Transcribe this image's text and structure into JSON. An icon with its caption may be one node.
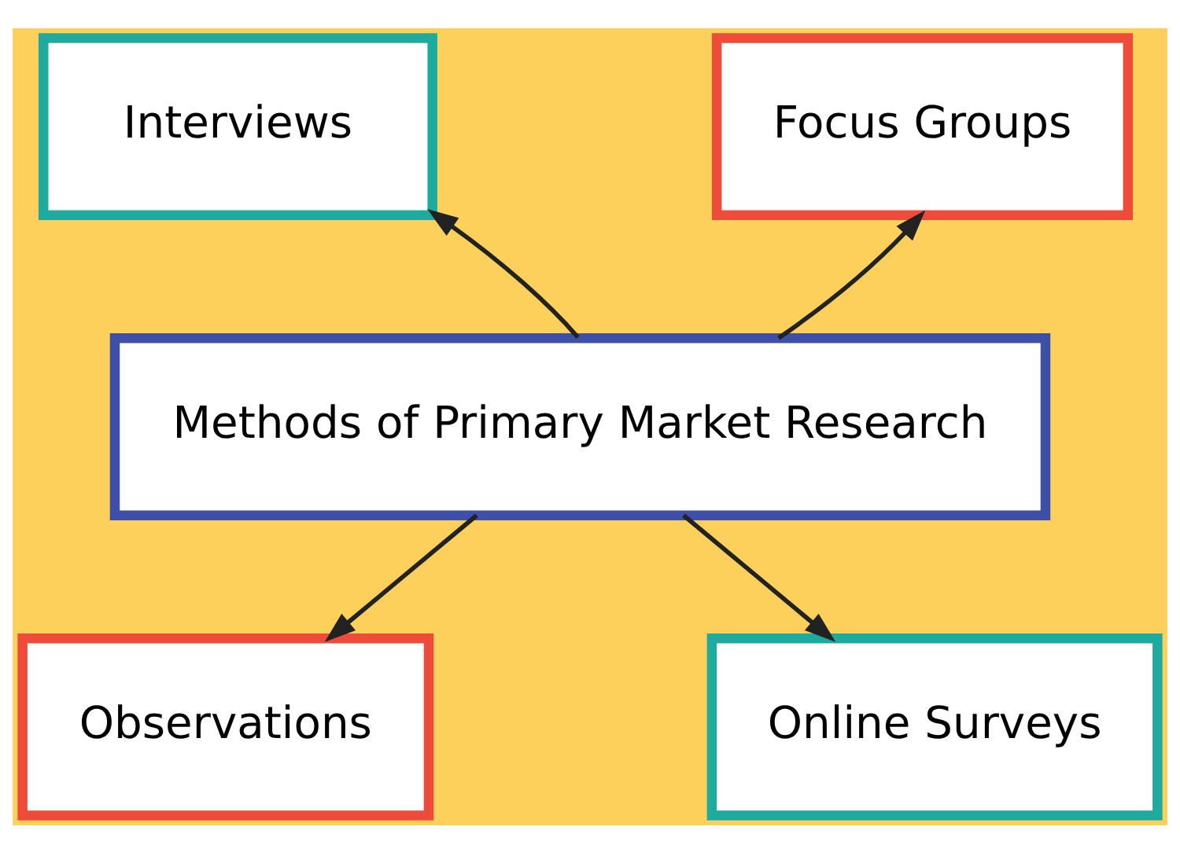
{
  "diagram": {
    "nodes": [
      {
        "text": [
          "Methods of Primary Market Research"
        ]
      },
      {
        "text": [
          "Interviews"
        ]
      },
      {
        "text": [
          "Focus Groups"
        ]
      },
      {
        "text": [
          "Observations"
        ]
      },
      {
        "text": [
          "Online Surveys"
        ]
      }
    ],
    "edges": [
      {
        "from": 0,
        "to": 1,
        "arrow": "to"
      },
      {
        "from": 0,
        "to": 2,
        "arrow": "to"
      },
      {
        "from": 0,
        "to": 3,
        "arrow": "to"
      },
      {
        "from": 0,
        "to": 4,
        "arrow": "to"
      }
    ]
  }
}
